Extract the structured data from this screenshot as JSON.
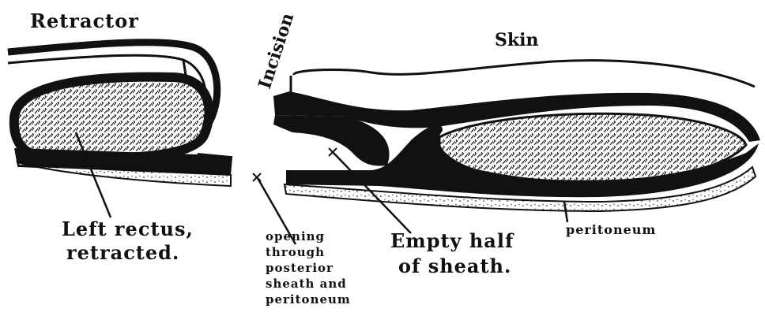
{
  "labels": {
    "retractor": "Retractor",
    "incision": "Incision",
    "skin": "Skin",
    "left_rectus": [
      "Left rectus,",
      "retracted."
    ],
    "opening": [
      "opening",
      "through",
      "posterior",
      "sheath and",
      "peritoneum"
    ],
    "empty_half": [
      "Empty half",
      "of sheath."
    ],
    "peritoneum": "peritoneum"
  },
  "colors": {
    "ink": "#111111",
    "paper": "#ffffff"
  }
}
